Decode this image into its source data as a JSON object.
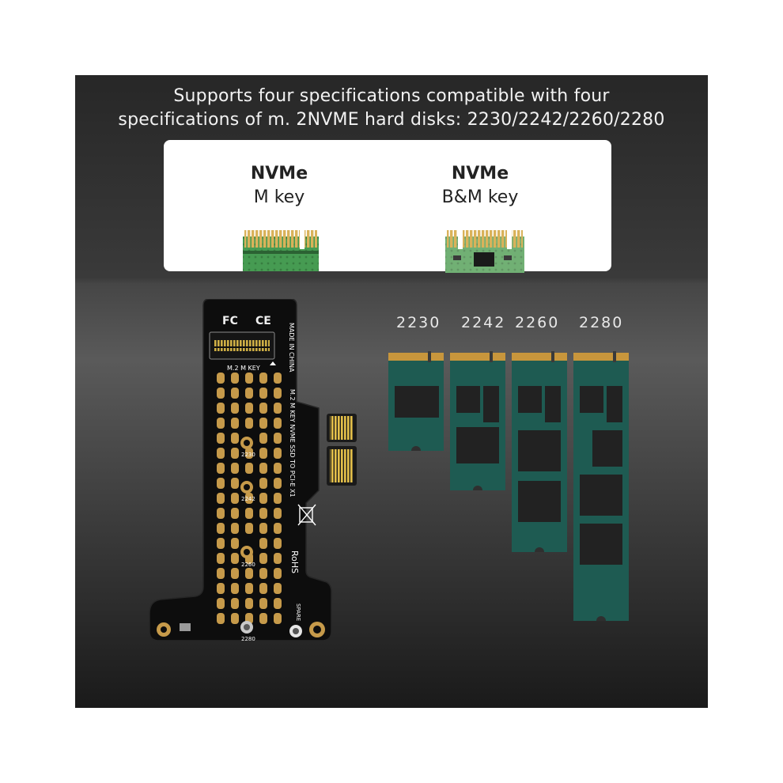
{
  "headline": {
    "line1": "Supports four specifications compatible with four",
    "line2": "specifications of m. 2NVME hard disks: 2230/2242/2260/2280"
  },
  "keys": [
    {
      "title": "NVMe",
      "subtitle": "M key"
    },
    {
      "title": "NVMe",
      "subtitle": "B&M key"
    }
  ],
  "sizes": [
    "2230",
    "2242",
    "2260",
    "2280"
  ],
  "adapter": {
    "slot_label": "M.2 M KEY",
    "side_text": "M.2 M KEY NVME SSD TO PCI-E X1",
    "made_in": "MADE IN CHINA",
    "rohs": "RoHS",
    "spare": "SPARE",
    "hole_labels": [
      "2230",
      "2242",
      "2260",
      "2280"
    ]
  },
  "colors": {
    "pcb": "#0d0d0d",
    "gold": "#c69a4a",
    "ssd_green": "#1e5b52",
    "ssd_gold": "#c8963c",
    "chip": "#222222"
  }
}
